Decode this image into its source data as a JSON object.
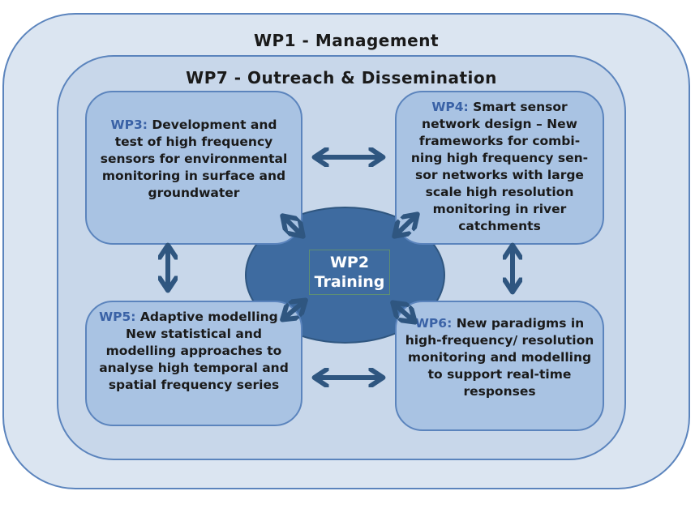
{
  "wp1": {
    "title": "WP1 - Management"
  },
  "wp7": {
    "title": "WP7 - Outreach & Dissemination"
  },
  "wp2": {
    "line1": "WP2",
    "line2": "Training"
  },
  "wp3": {
    "number": "WP3:",
    "text": "Development and test of high frequency sensors for environmental monitoring in surface and groundwater"
  },
  "wp4": {
    "number": "WP4:",
    "text": "Smart sensor network design – New frameworks for combi-ning high frequency sen-sor networks with large scale high resolution monitoring in river catchments"
  },
  "wp5": {
    "number": "WP5:",
    "text": "Adaptive modelling – New statistical and modelling approaches to analyse high temporal and spatial frequency series"
  },
  "wp6": {
    "number": "WP6:",
    "text": "New paradigms in high-frequency/ resolution monitoring and modelling to support real-time responses"
  },
  "colors": {
    "outer_fill": "#dbe5f1",
    "inner_fill": "#c8d7ea",
    "box_fill": "#a9c3e3",
    "border": "#5b84bd",
    "ellipse_fill": "#3e6ba0",
    "arrow": "#2f5680",
    "wp_number": "#3a62a6"
  }
}
